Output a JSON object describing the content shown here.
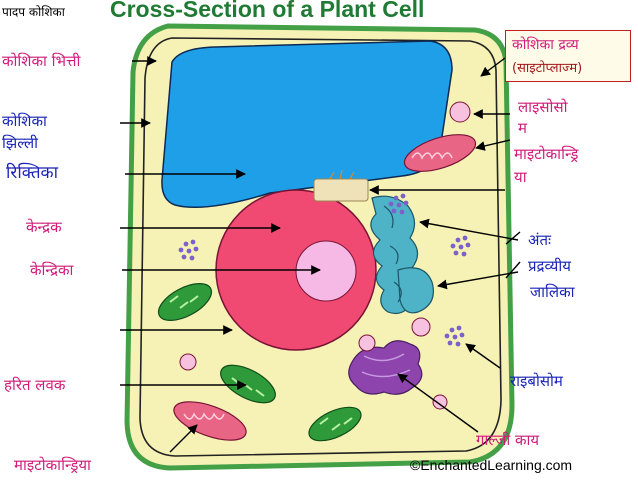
{
  "header": {
    "title": "Cross-Section of a Plant Cell",
    "subtitle": "पादप कोशिका"
  },
  "labels": {
    "cell_wall": "कोशिका भित्ती",
    "cell_membrane_line1": "कोशिका",
    "cell_membrane_line2": "झिल्ली",
    "vacuole": "रिक्तिका",
    "nucleus": "केन्द्रक",
    "nucleolus": "केन्द्रिका",
    "chloroplast": "हरित लवक",
    "mitochondria_bottom": "माइटोकान्ड्रिया",
    "cytoplasm_line1": "कोशिका द्रव्य",
    "cytoplasm_line2": "(साइटोप्लाज्म)",
    "lysosome_line1": "लाइसोसो",
    "lysosome_line2": "म",
    "mitochondria_right_line1": "माइटोकान्ड्रि",
    "mitochondria_right_line2": "या",
    "er_line1": "अंतः",
    "er_line2": "प्रद्रव्यीय",
    "er_line3": "जालिका",
    "ribosome": "राइबोसोम",
    "golgi": "गाल्जी काय"
  },
  "footer": {
    "credit": "©EnchantedLearning.com"
  },
  "colors": {
    "cell_fill": "#f6f2b6",
    "cell_wall": "#43a047",
    "vacuole": "#1f9fe8",
    "nucleus": "#f04a72",
    "nucleolus": "#f6b8e4",
    "chloroplast": "#2e9a3a",
    "mitochondria": "#e86585",
    "golgi": "#8e44ad",
    "er": "#4fb3c8",
    "ribosome": "#7b61c9",
    "title": "#1f7a33",
    "label_magenta": "#d01c7a",
    "label_blue": "#1a24b8"
  }
}
